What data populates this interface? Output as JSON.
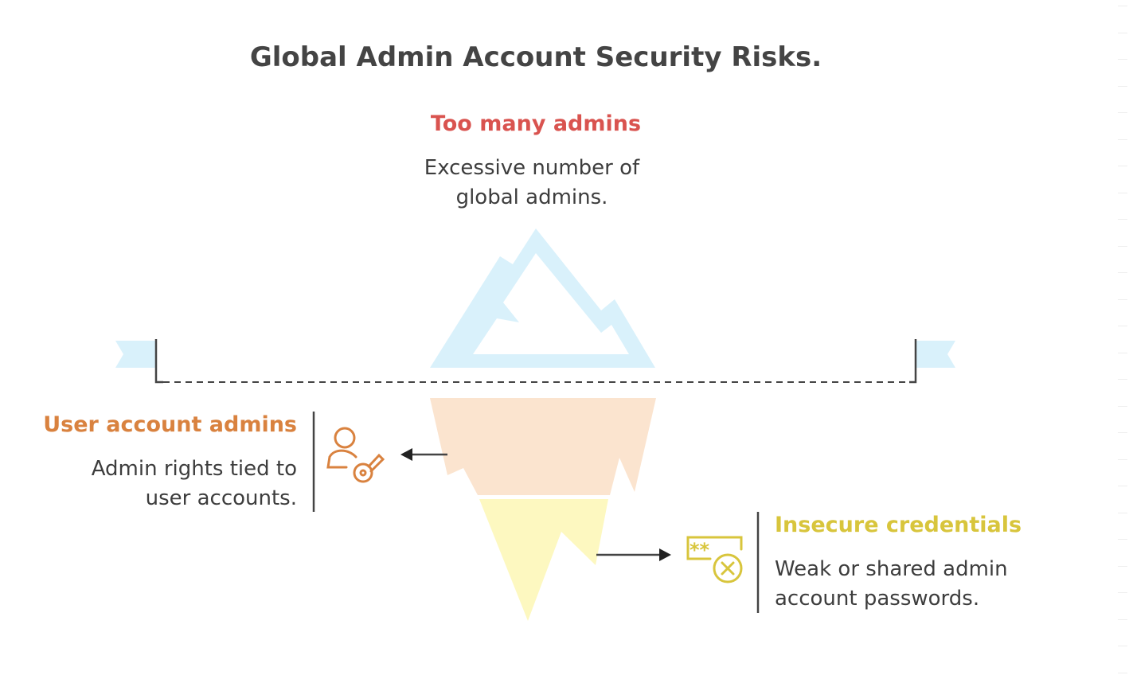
{
  "title": "Global Admin Account Security Risks.",
  "tip": {
    "heading": "Too many admins",
    "text_line1": "Excessive number of",
    "text_line2": "global admins.",
    "color": "#d9534f"
  },
  "left": {
    "heading": "User account admins",
    "text_line1": "Admin rights tied to",
    "text_line2": "user accounts.",
    "color": "#d9823f",
    "icon": "user-key-icon"
  },
  "right": {
    "heading": "Insecure credentials",
    "text_line1": "Weak or shared admin",
    "text_line2": "account passwords.",
    "color": "#d8c53c",
    "icon": "password-error-icon"
  },
  "colors": {
    "iceberg_top": "#d9f1fb",
    "middle": "#fbe4cf",
    "bottom": "#fdf8c0"
  }
}
